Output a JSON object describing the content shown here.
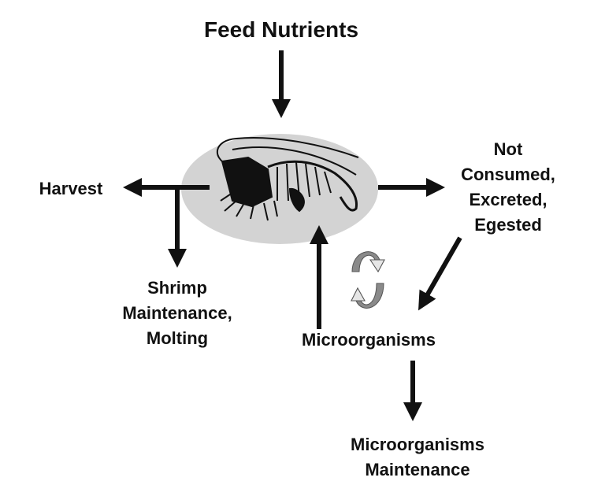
{
  "title": "Feed Nutrients",
  "labels": {
    "harvest": "Harvest",
    "not_consumed": [
      "Not",
      "Consumed,",
      "Excreted,",
      "Egested"
    ],
    "shrimp_maintenance": [
      "Shrimp",
      "Maintenance,",
      "Molting"
    ],
    "microorganisms": "Microorganisms",
    "micro_maintenance": [
      "Microorganisms",
      "Maintenance"
    ]
  },
  "colors": {
    "ellipse": "#d3d3d3",
    "arrow": "#111111",
    "cycle_dark": "#8a8a8a",
    "cycle_light": "#e6e6e6"
  }
}
